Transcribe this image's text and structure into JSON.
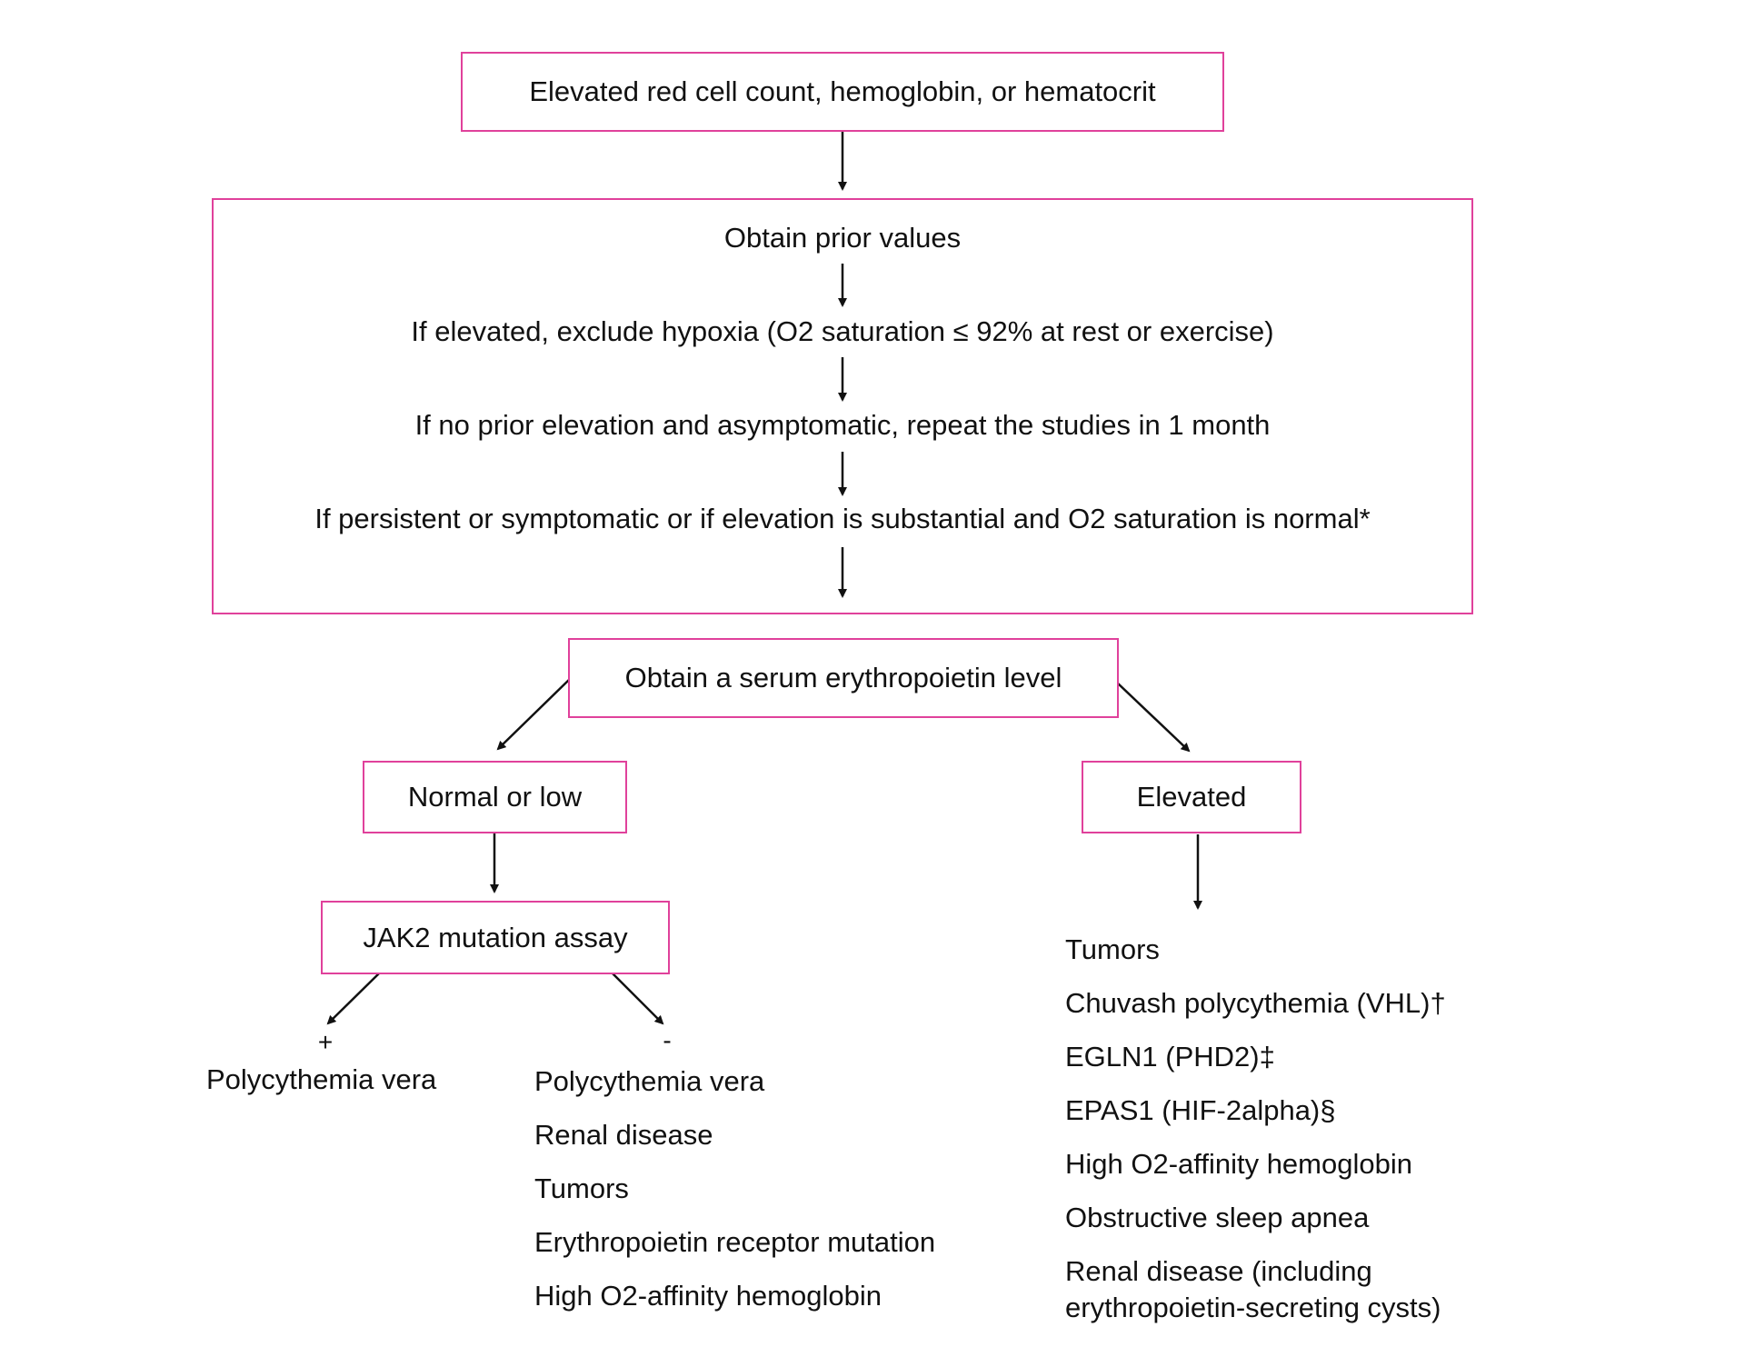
{
  "colors": {
    "box_border": "#e0419b",
    "text": "#111111",
    "arrow": "#111111"
  },
  "top_box": {
    "label": "Elevated red cell count, hemoglobin, or hematocrit"
  },
  "evaluation_box": {
    "steps": [
      "Obtain prior values",
      "If elevated, exclude hypoxia (O2 saturation ≤ 92% at rest or exercise)",
      "If no prior elevation and asymptomatic, repeat the studies in 1 month",
      "If persistent or symptomatic or if elevation is substantial and O2 saturation is normal*"
    ]
  },
  "epo_box": {
    "label": "Obtain a serum erythropoietin level"
  },
  "normal_low_box": {
    "label": "Normal or low"
  },
  "elevated_box": {
    "label": "Elevated"
  },
  "jak2_box": {
    "label": "JAK2 mutation assay"
  },
  "jak2_positive": {
    "sign": "+",
    "result": "Polycythemia vera"
  },
  "jak2_negative": {
    "sign": "-",
    "results": [
      "Polycythemia vera",
      "Renal disease",
      "Tumors",
      "Erythropoietin receptor mutation",
      "High O2-affinity hemoglobin"
    ]
  },
  "elevated_causes": {
    "items": [
      "Tumors",
      "Chuvash polycythemia (VHL)†",
      "EGLN1 (PHD2)‡",
      "EPAS1 (HIF-2alpha)§",
      "High O2-affinity hemoglobin",
      "Obstructive sleep apnea",
      "Renal disease (including",
      "erythropoietin-secreting cysts)"
    ]
  }
}
